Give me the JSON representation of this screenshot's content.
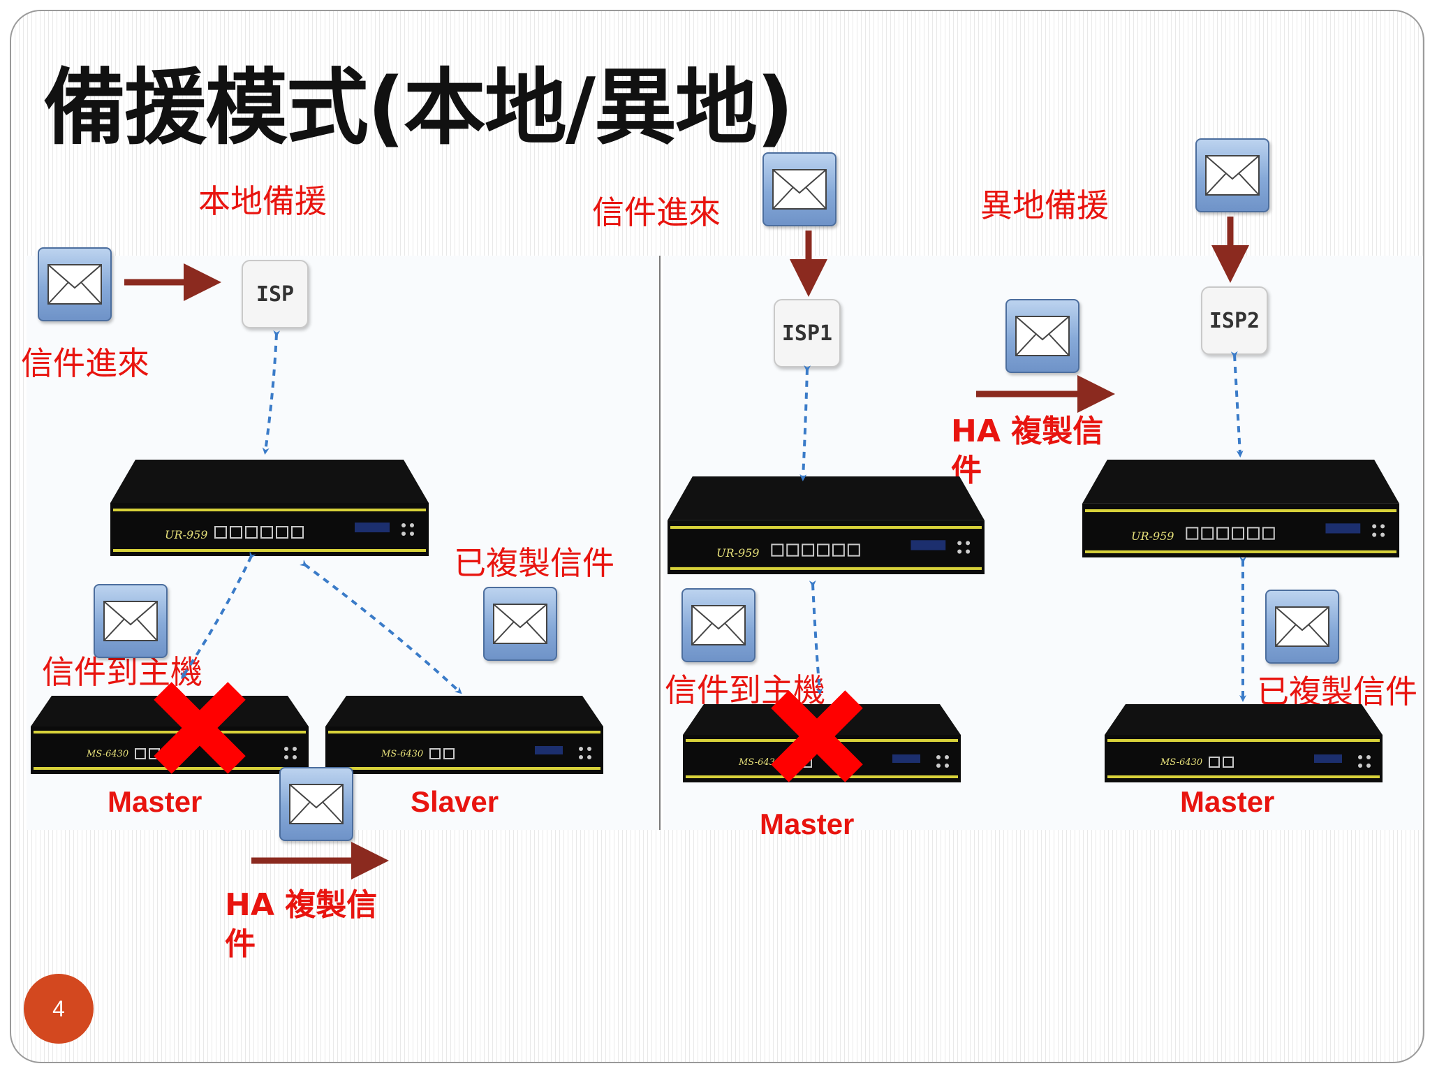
{
  "slide": {
    "title": "備援模式(本地/異地)",
    "page_number": "4"
  },
  "local_backup": {
    "heading": "本地備援",
    "mail_in_label": "信件進來",
    "isp_label": "ISP",
    "gateway_model": "UR-959",
    "copied_label": "已複製信件",
    "to_host_label": "信件到主機",
    "master_model": "MS-6430",
    "slaver_model": "MS-6430",
    "master_label": "Master",
    "slaver_label": "Slaver",
    "ha_label": "HA 複製信件"
  },
  "remote_backup": {
    "heading": "異地備援",
    "mail_in_label": "信件進來",
    "isp1_label": "ISP1",
    "isp2_label": "ISP2",
    "gateway1_model": "UR-959",
    "gateway2_model": "UR-959",
    "ha_label": "HA 複製信件",
    "to_host_label": "信件到主機",
    "copied_label": "已複製信件",
    "master1_model": "MS-6430",
    "master2_model": "MS-6430",
    "master1_label": "Master",
    "master2_label": "Master"
  },
  "colors": {
    "label_red": "#e8140f",
    "arrow_dark_red": "#8b2a1f",
    "link_blue": "#3a7bc8",
    "cross_red": "#ff0000",
    "page_badge": "#d3481f"
  }
}
